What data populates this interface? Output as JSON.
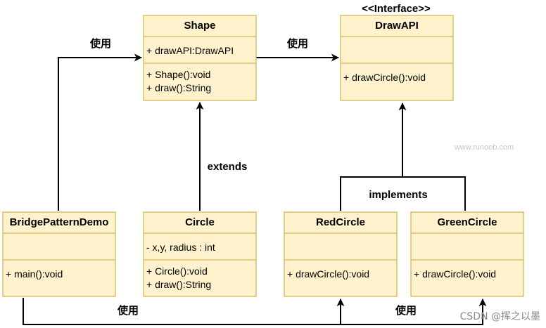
{
  "classes": {
    "shape": {
      "title": "Shape",
      "fields": [
        "+ drawAPI:DrawAPI"
      ],
      "methods": [
        "+ Shape():void",
        "+ draw():String"
      ]
    },
    "drawapi": {
      "stereotype": "<<Interface>>",
      "title": "DrawAPI",
      "fields": [],
      "methods": [
        "+ drawCircle():void"
      ]
    },
    "bridge": {
      "title": "BridgePatternDemo",
      "fields": [],
      "methods": [
        "+ main():void"
      ]
    },
    "circle": {
      "title": "Circle",
      "fields": [
        "- x,y, radius : int"
      ],
      "methods": [
        "+ Circle():void",
        "+ draw():String"
      ]
    },
    "redcircle": {
      "title": "RedCircle",
      "fields": [],
      "methods": [
        "+ drawCircle():void"
      ]
    },
    "greencircle": {
      "title": "GreenCircle",
      "fields": [],
      "methods": [
        "+ drawCircle():void"
      ]
    }
  },
  "labels": {
    "use_demo_shape": "使用",
    "use_shape_drawapi": "使用",
    "extends": "extends",
    "implements": "implements",
    "use_demo_red": "使用",
    "use_demo_green": "使用"
  },
  "watermarks": {
    "site": "www.runoob.com",
    "csdn": "CSDN @挥之以墨"
  },
  "colors": {
    "box_fill": "#fff2cc",
    "box_stroke": "#d6b656",
    "edge": "#000000"
  }
}
